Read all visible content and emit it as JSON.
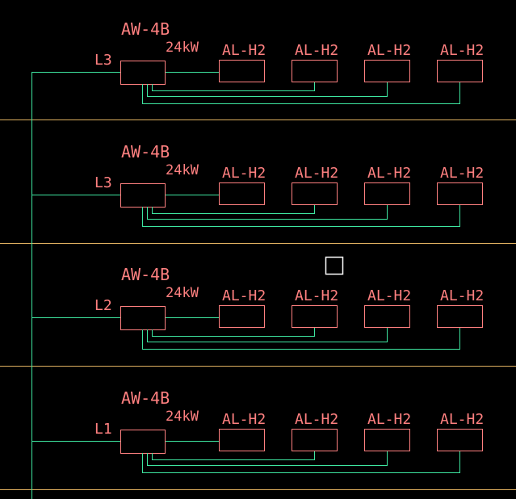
{
  "colors": {
    "background": "#000000",
    "wire": "#3ee6a0",
    "equipment": "#ff8080",
    "floor_line": "#e0b060",
    "cursor": "#ffffff"
  },
  "floors": [
    {
      "floor_label": "L3",
      "panel_label": "AW-4B",
      "power_label": "24kW",
      "units": [
        {
          "label": "AL-H2"
        },
        {
          "label": "AL-H2"
        },
        {
          "label": "AL-H2"
        },
        {
          "label": "AL-H2"
        }
      ]
    },
    {
      "floor_label": "L3",
      "panel_label": "AW-4B",
      "power_label": "24kW",
      "units": [
        {
          "label": "AL-H2"
        },
        {
          "label": "AL-H2"
        },
        {
          "label": "AL-H2"
        },
        {
          "label": "AL-H2"
        }
      ]
    },
    {
      "floor_label": "L2",
      "panel_label": "AW-4B",
      "power_label": "24kW",
      "units": [
        {
          "label": "AL-H2"
        },
        {
          "label": "AL-H2"
        },
        {
          "label": "AL-H2"
        },
        {
          "label": "AL-H2"
        }
      ]
    },
    {
      "floor_label": "L1",
      "panel_label": "AW-4B",
      "power_label": "24kW",
      "units": [
        {
          "label": "AL-H2"
        },
        {
          "label": "AL-H2"
        },
        {
          "label": "AL-H2"
        },
        {
          "label": "AL-H2"
        }
      ]
    }
  ]
}
